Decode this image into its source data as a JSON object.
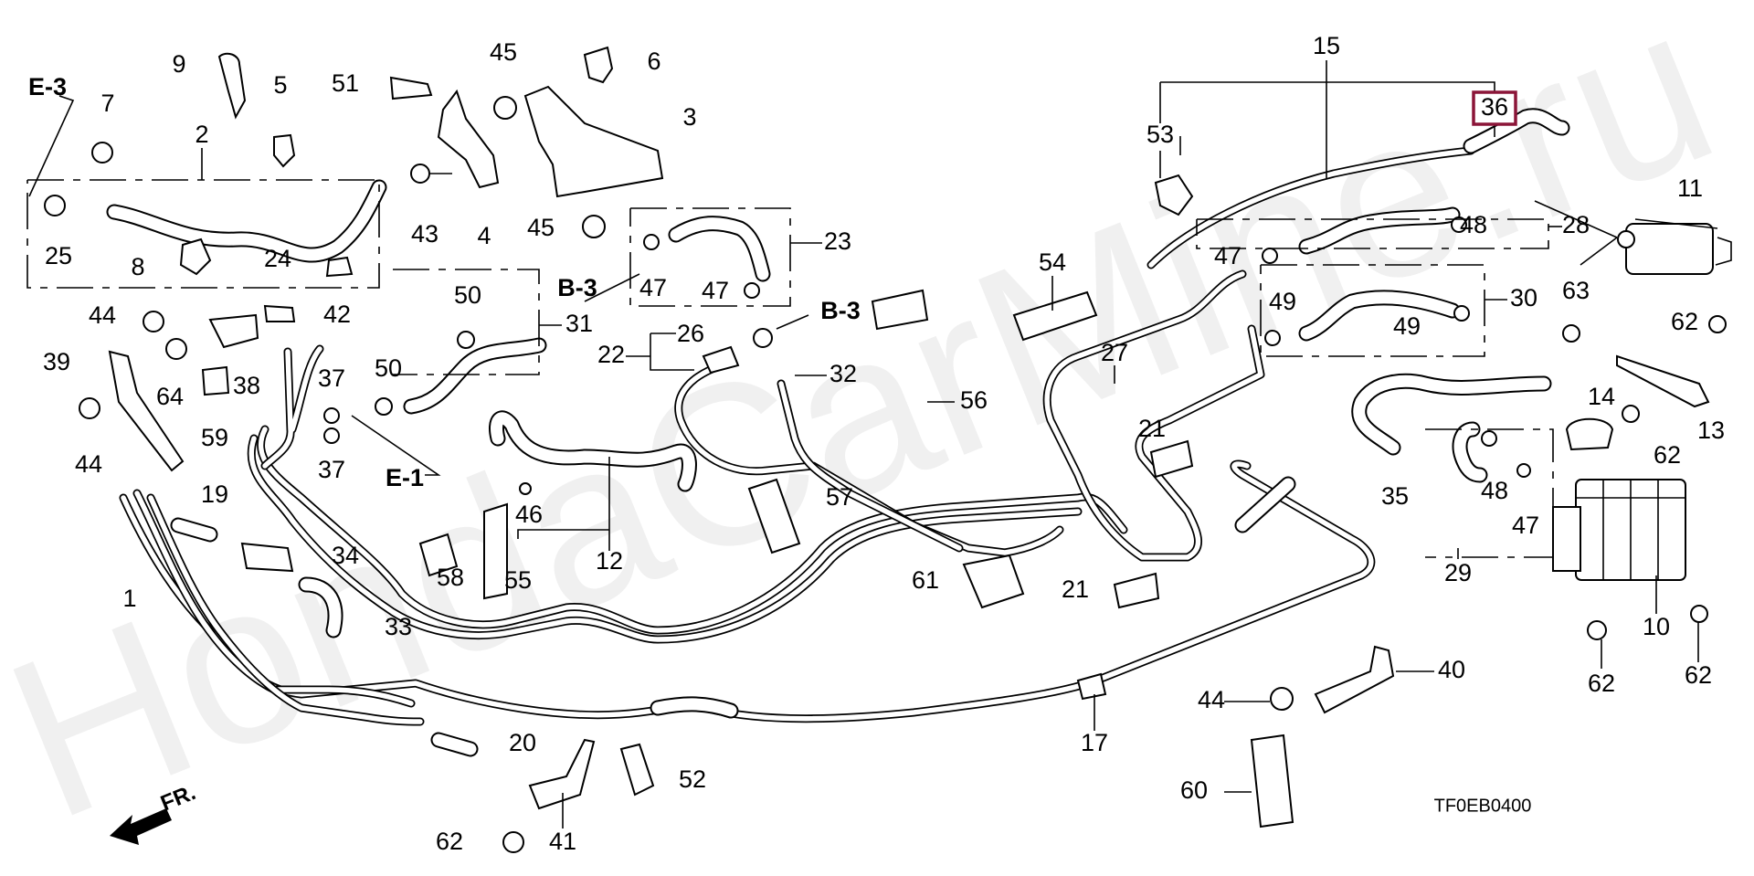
{
  "diagram": {
    "title_code": "TF0EB0400",
    "watermark": "HondaCarMine.ru",
    "direction_indicator": "FR.",
    "highlight_color": "#8b1538",
    "highlighted_part": "36",
    "references": {
      "e3": "E-3",
      "e1": "E-1",
      "b3_left": "B-3",
      "b3_right": "B-3"
    },
    "callouts": {
      "c1": "1",
      "c2": "2",
      "c3": "3",
      "c4": "4",
      "c5": "5",
      "c6": "6",
      "c7": "7",
      "c8": "8",
      "c9": "9",
      "c10": "10",
      "c11": "11",
      "c12": "12",
      "c13": "13",
      "c14": "14",
      "c15": "15",
      "c17": "17",
      "c19": "19",
      "c20": "20",
      "c21a": "21",
      "c21b": "21",
      "c22": "22",
      "c23": "23",
      "c24": "24",
      "c25": "25",
      "c26": "26",
      "c27": "27",
      "c28": "28",
      "c29": "29",
      "c30": "30",
      "c31": "31",
      "c32": "32",
      "c33": "33",
      "c34": "34",
      "c35": "35",
      "c36": "36",
      "c37a": "37",
      "c37b": "37",
      "c38": "38",
      "c39": "39",
      "c40": "40",
      "c41": "41",
      "c42": "42",
      "c43": "43",
      "c44a": "44",
      "c44b": "44",
      "c44c": "44",
      "c45a": "45",
      "c45b": "45",
      "c46": "46",
      "c47a": "47",
      "c47b": "47",
      "c47c": "47",
      "c47d": "47",
      "c48a": "48",
      "c48b": "48",
      "c49a": "49",
      "c49b": "49",
      "c50a": "50",
      "c50b": "50",
      "c51": "51",
      "c52": "52",
      "c53": "53",
      "c54": "54",
      "c55": "55",
      "c56": "56",
      "c57": "57",
      "c58": "58",
      "c59": "59",
      "c60": "60",
      "c61": "61",
      "c62a": "62",
      "c62b": "62",
      "c62c": "62",
      "c62d": "62",
      "c62e": "62",
      "c62f": "62",
      "c63": "63",
      "c64": "64"
    }
  }
}
